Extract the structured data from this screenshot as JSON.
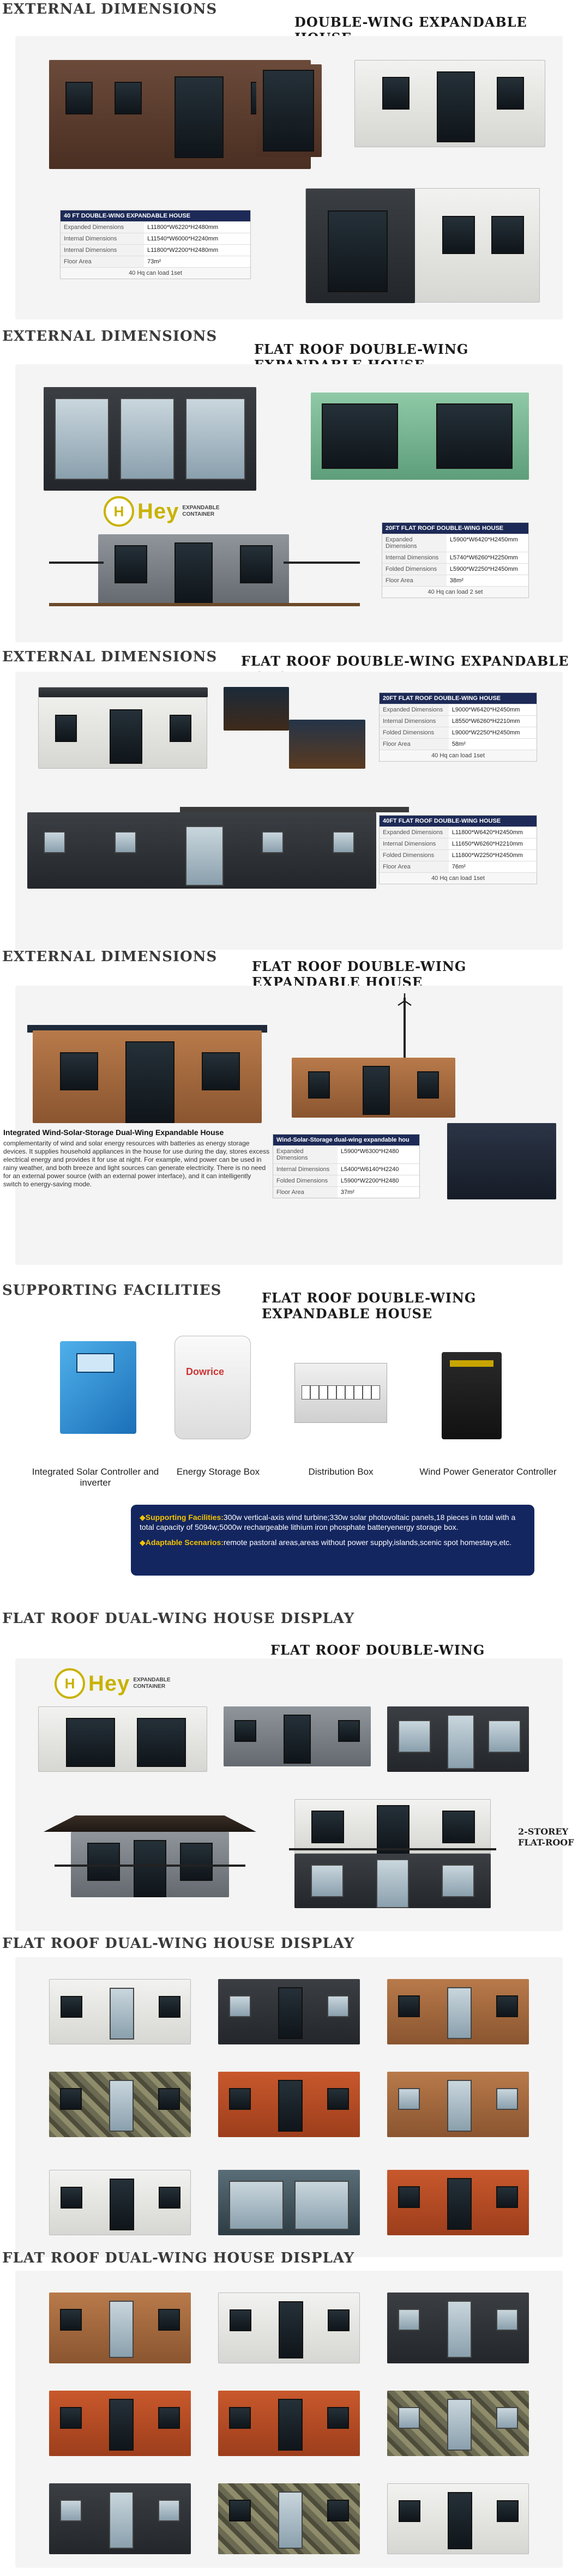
{
  "sections": {
    "s1": {
      "title": "EXTERNAL DIMENSIONS",
      "subtitle": "DOUBLE-WING EXPANDABLE HOUSE",
      "spec": {
        "header": "40 FT DOUBLE-WING EXPANDABLE HOUSE",
        "rows": [
          {
            "k": "Expanded Dimensions",
            "v": "L11800*W6220*H2480mm"
          },
          {
            "k": "Internal Dimensions",
            "v": "L11540*W6000*H2240mm"
          },
          {
            "k": "Internal Dimensions",
            "v": "L11800*W2200*H2480mm"
          },
          {
            "k": "Floor Area",
            "v": "73m²"
          }
        ],
        "footer": "40 Hq can load 1set"
      }
    },
    "s2": {
      "title": "EXTERNAL DIMENSIONS",
      "subtitle": "FLAT ROOF DOUBLE-WING EXPANDABLE HOUSE",
      "logo_word": "Hey",
      "logo_tag": "EXPANDABLE\nCONTAINER",
      "spec": {
        "header": "20FT FLAT ROOF DOUBLE-WING HOUSE",
        "rows": [
          {
            "k": "Expanded Dimensions",
            "v": "L5900*W6420*H2450mm"
          },
          {
            "k": "Internal Dimensions",
            "v": "L5740*W6260*H2250mm"
          },
          {
            "k": "Folded Dimensions",
            "v": "L5900*W2250*H2450mm"
          },
          {
            "k": "Floor Area",
            "v": "38m²"
          }
        ],
        "footer": "40 Hq can load 2 set"
      }
    },
    "s3": {
      "title": "EXTERNAL DIMENSIONS",
      "subtitle": "FLAT ROOF DOUBLE-WING EXPANDABLE HOUSE",
      "spec_a": {
        "header": "20FT FLAT ROOF DOUBLE-WING HOUSE",
        "rows": [
          {
            "k": "Expanded Dimensions",
            "v": "L9000*W6420*H2450mm"
          },
          {
            "k": "Internal Dimensions",
            "v": "L8550*W6260*H2210mm"
          },
          {
            "k": "Folded Dimensions",
            "v": "L9000*W2250*H2450mm"
          },
          {
            "k": "Floor Area",
            "v": "58m²"
          }
        ],
        "footer": "40 Hq can load 1set"
      },
      "spec_b": {
        "header": "40FT FLAT ROOF DOUBLE-WING HOUSE",
        "rows": [
          {
            "k": "Expanded Dimensions",
            "v": "L11800*W6420*H2450mm"
          },
          {
            "k": "Internal Dimensions",
            "v": "L11650*W6260*H2210mm"
          },
          {
            "k": "Folded Dimensions",
            "v": "L11800*W2250*H2450mm"
          },
          {
            "k": "Floor Area",
            "v": "76m²"
          }
        ],
        "footer": "40 Hq can load 1set"
      }
    },
    "s4": {
      "title": "EXTERNAL DIMENSIONS",
      "subtitle": "FLAT ROOF DOUBLE-WING EXPANDABLE HOUSE",
      "product_title": "Integrated Wind-Solar-Storage Dual-Wing Expandable House",
      "description": "complementarity of wind and solar energy resources with batteries as energy storage devices. It supplies household appliances in the house for use during the day, stores excess electrical energy and provides it for use at night. For example, wind power can be used in rainy weather, and both breeze and light sources can generate electricity. There is no need for an external power source (with an external power interface), and it can intelligently switch to energy-saving mode.",
      "spec": {
        "header": "Wind-Solar-Storage dual-wing expandable hou",
        "rows": [
          {
            "k": "Expanded Dimensions",
            "v": "L5900*W6300*H2480"
          },
          {
            "k": "Internal Dimensions",
            "v": "L5400*W6140*H2240"
          },
          {
            "k": "Folded Dimensions",
            "v": "L5900*W2200*H2480"
          },
          {
            "k": "Floor Area",
            "v": "37m²"
          }
        ]
      }
    },
    "s5": {
      "title": "SUPPORTING FACILITIES",
      "subtitle": "FLAT ROOF DOUBLE-WING EXPANDABLE HOUSE",
      "devices": [
        {
          "label": "Integrated Solar Controller and inverter"
        },
        {
          "label": "Energy Storage Box"
        },
        {
          "label": "Distribution  Box"
        },
        {
          "label": "Wind Power Generator Controller"
        }
      ],
      "battery_brand": "Dowrice",
      "facilities_key": "Supporting Facilities:",
      "facilities_val": "300w vertical-axis wind turbine;330w solar photovoltaic panels,18 pieces in total with a total capacity of 5094w;5000w rechargeable lithium iron phosphate batteryenergy storage box.",
      "scenes_key": "Adaptable Scenarios:",
      "scenes_val": "remote pastoral areas,areas without power supply,islands,scenic spot homestays,etc."
    },
    "s6": {
      "title": "FLAT ROOF DUAL-WING HOUSE DISPLAY",
      "subtitle": "FLAT ROOF DOUBLE-WING EXPANDABLE HOUS",
      "logo_word": "Hey",
      "logo_tag": "EXPANDABLE\nCONTAINER",
      "stories": "2-STOREY\nFLAT-ROOF"
    },
    "s7": {
      "title": "FLAT ROOF DUAL-WING HOUSE DISPLAY"
    },
    "s8": {
      "title": "FLAT ROOF DUAL-WING HOUSE DISPLAY"
    }
  }
}
